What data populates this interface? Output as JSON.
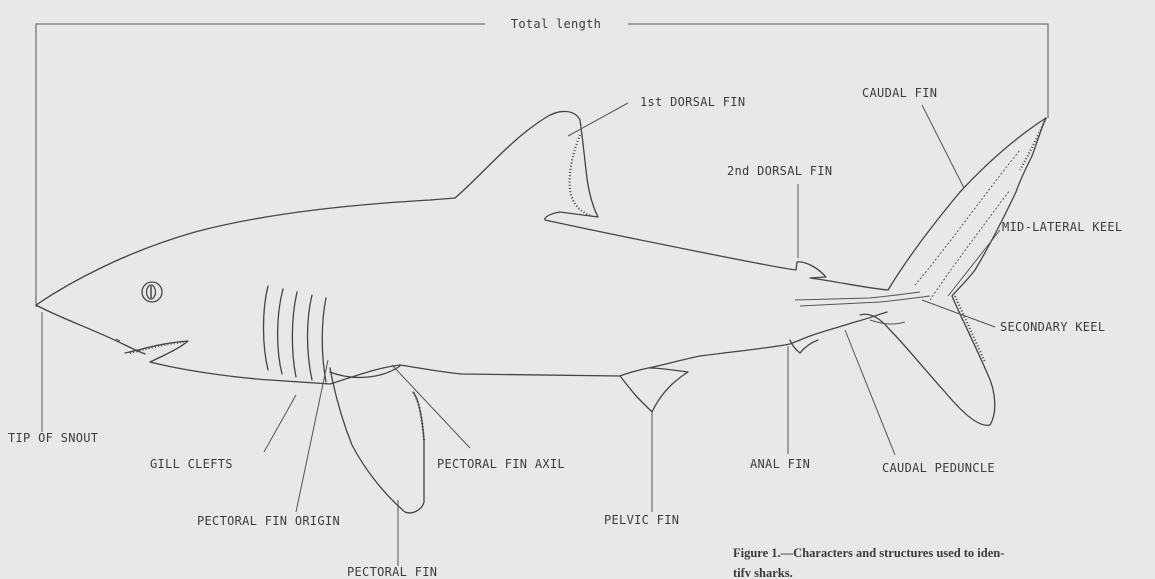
{
  "figure": {
    "total_length_label": "Total length",
    "labels": {
      "first_dorsal_fin": "1st DORSAL FIN",
      "caudal_fin": "CAUDAL FIN",
      "second_dorsal_fin": "2nd DORSAL FIN",
      "mid_lateral_keel": "MID-LATERAL KEEL",
      "secondary_keel": "SECONDARY KEEL",
      "tip_of_snout": "TIP OF SNOUT",
      "gill_clefts": "GILL CLEFTS",
      "pectoral_fin_axil": "PECTORAL FIN AXIL",
      "anal_fin": "ANAL FIN",
      "caudal_peduncle": "CAUDAL PEDUNCLE",
      "pectoral_fin_origin": "PECTORAL FIN ORIGIN",
      "pelvic_fin": "PELVIC FIN",
      "pectoral_fin": "PECTORAL FIN"
    },
    "caption_line1": "Figure 1.—Characters and structures used to iden-",
    "caption_line2": "tify sharks."
  }
}
